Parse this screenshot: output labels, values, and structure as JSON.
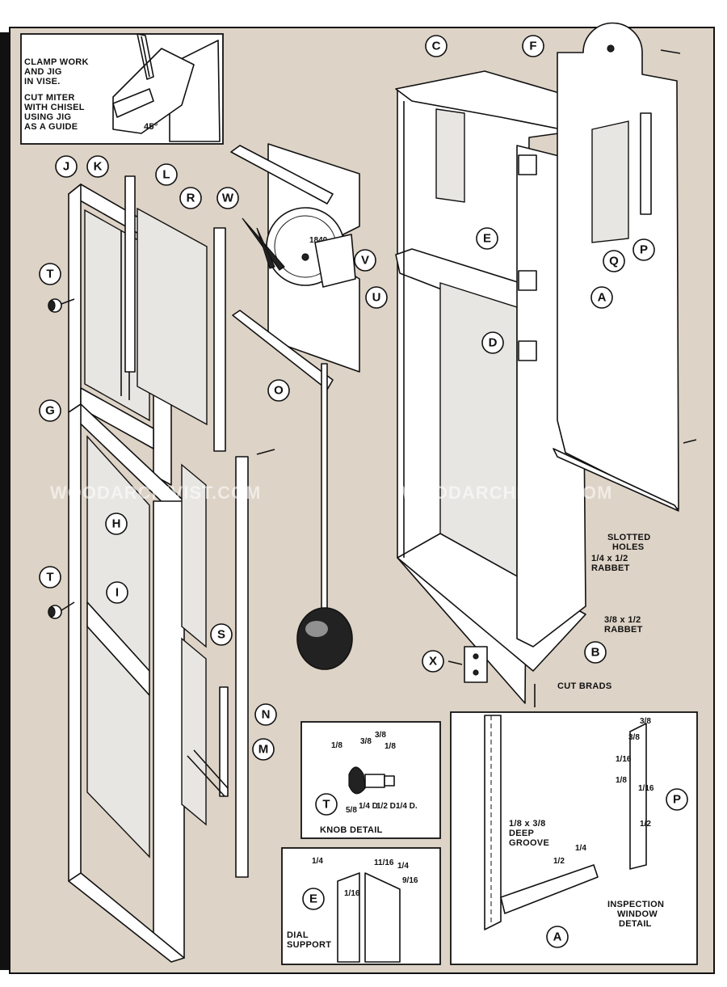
{
  "labels": {
    "J": "J",
    "K": "K",
    "L": "L",
    "R": "R",
    "W": "W",
    "C": "C",
    "F": "F",
    "T": "T",
    "T2": "T",
    "V": "V",
    "U": "U",
    "O": "O",
    "E": "E",
    "Q": "Q",
    "P": "P",
    "A": "A",
    "D": "D",
    "G": "G",
    "H": "H",
    "I": "I",
    "S": "S",
    "N": "N",
    "M": "M",
    "X": "X",
    "B": "B",
    "T3": "T",
    "E2": "E",
    "P2": "P",
    "A2": "A"
  },
  "notes": {
    "vise_l1": "CLAMP WORK",
    "vise_l2": "AND JIG",
    "vise_l3": "IN VISE.",
    "vise_l4": "CUT MITER",
    "vise_l5": "WITH CHISEL",
    "vise_l6": "USING JIG",
    "vise_l7": "AS A GUIDE",
    "angle": "45°",
    "slotted_l1": "SLOTTED",
    "slotted_l2": "HOLES",
    "rabbet1_l1": "1/4 x 1/2",
    "rabbet1_l2": "RABBET",
    "rabbet2_l1": "3/8 x 1/2",
    "rabbet2_l2": "RABBET",
    "cut_brads": "CUT BRADS",
    "dial_year": "1840",
    "knob_detail": "KNOB DETAIL",
    "dial_l1": "DIAL",
    "dial_l2": "SUPPORT",
    "groove_l1": "1/8 x 3/8",
    "groove_l2": "DEEP",
    "groove_l3": "GROOVE",
    "insp_l1": "INSPECTION",
    "insp_l2": "WINDOW",
    "insp_l3": "DETAIL",
    "watermark": "WOODARCHIVIST.COM"
  },
  "dims": {
    "knob_a": "1/8",
    "knob_b": "3/8",
    "knob_c": "3/8",
    "knob_d": "1/8",
    "knob_e": "5/8",
    "knob_f": "1/4 D.",
    "knob_g": "1/2 D.",
    "knob_h": "1/4 D.",
    "dial_a": "1/4",
    "dial_b": "11/16",
    "dial_c": "1/4",
    "dial_d": "1/16",
    "dial_e": "9/16",
    "groove_a": "1/2",
    "groove_b": "1/4",
    "insp_a": "3/8",
    "insp_b": "3/8",
    "insp_c": "1/16",
    "insp_d": "1/8",
    "insp_e": "1/16",
    "insp_f": "1/2"
  },
  "colors": {
    "background": "#ddd3c6",
    "ink": "#111111",
    "panel": "#ffffff"
  }
}
